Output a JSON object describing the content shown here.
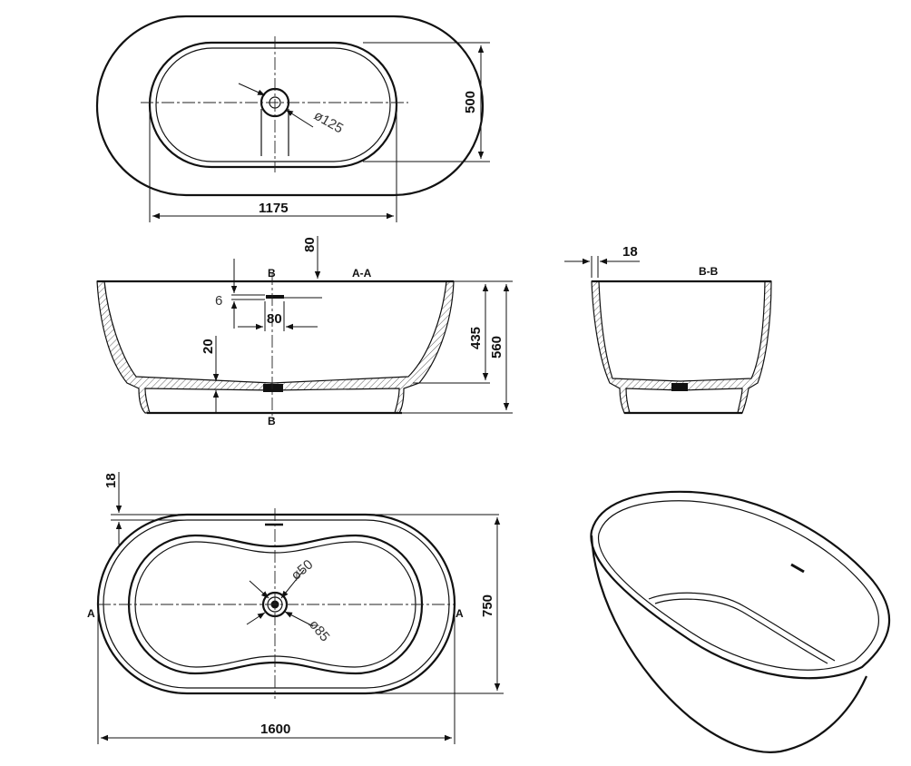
{
  "top_view": {
    "dim_width": "1175",
    "dim_height": "500",
    "dim_drain": "ø125"
  },
  "section_aa": {
    "title": "A-A",
    "cut_label_top": "B",
    "cut_label_bottom": "B",
    "dim_80_top": "80",
    "dim_6": "6",
    "dim_80_drain": "80",
    "dim_20": "20",
    "dim_435": "435",
    "dim_560": "560"
  },
  "section_bb": {
    "title": "B-B",
    "dim_18": "18"
  },
  "plan_view": {
    "dim_18": "18",
    "dim_drain_50": "ø50",
    "dim_drain_85": "ø85",
    "dim_750": "750",
    "dim_1600": "1600",
    "cut_label_left": "A",
    "cut_label_right": "A"
  }
}
